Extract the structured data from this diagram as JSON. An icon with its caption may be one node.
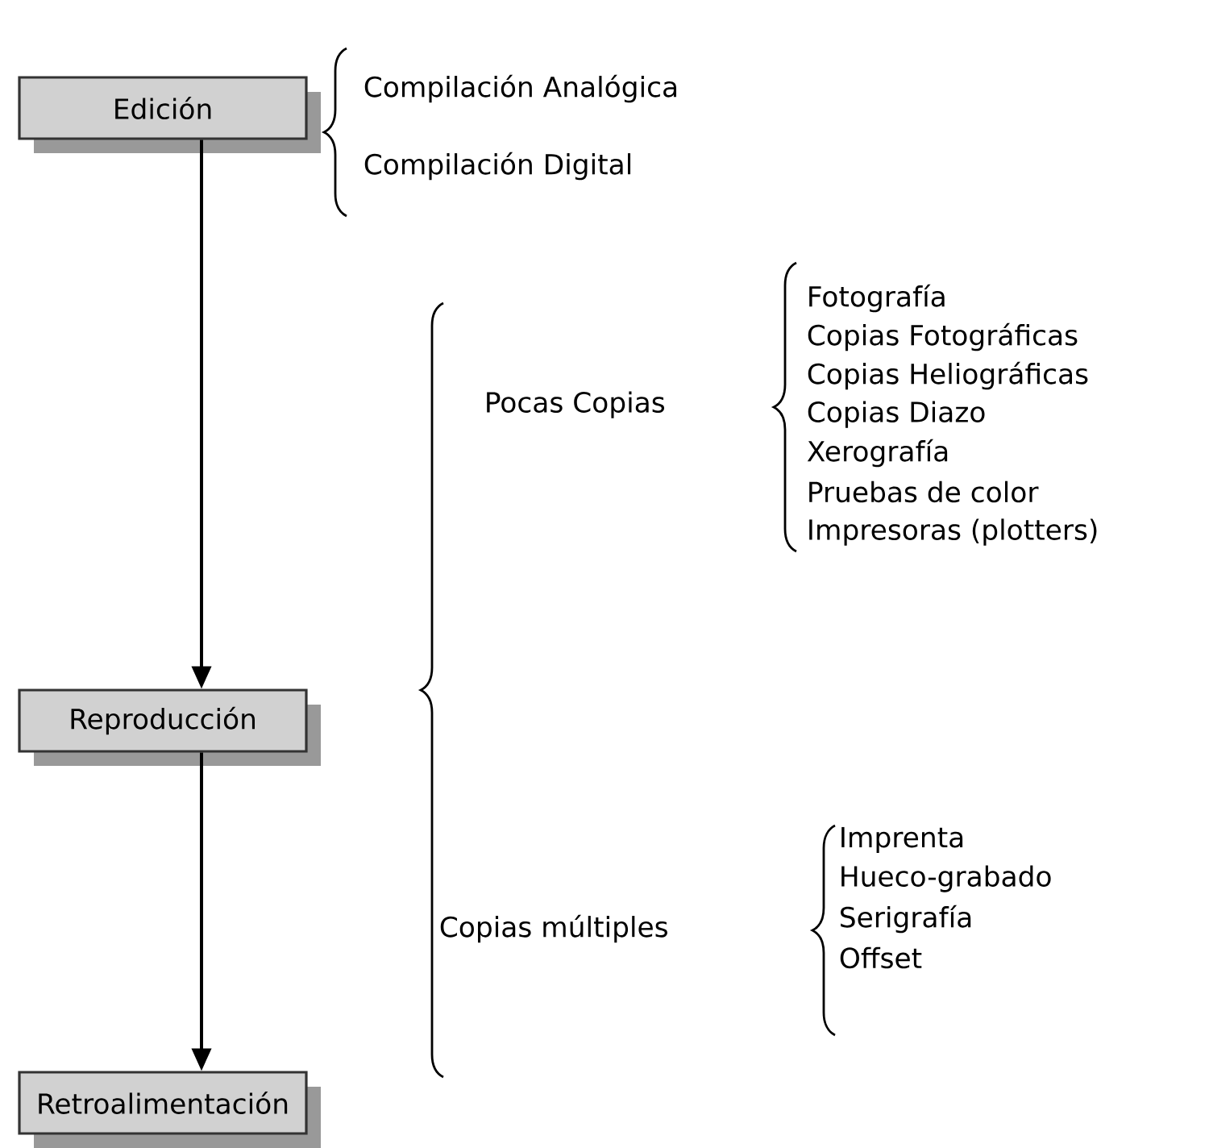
{
  "diagram": {
    "nodes": [
      {
        "text": [
          "Edición"
        ]
      },
      {
        "text": [
          "Reproducción"
        ]
      },
      {
        "text": [
          "Retroalimentación"
        ]
      }
    ],
    "edges": [
      {
        "from": 0,
        "to": 1,
        "arrow": "to"
      },
      {
        "from": 1,
        "to": 2,
        "arrow": "to"
      }
    ],
    "labels": [
      "Compilación Analógica",
      "Compilación Digital",
      "Fotografía",
      "Copias Fotográficas",
      "Copias Heliográficas",
      "Pocas Copias",
      "Copias Diazo",
      "Xerografía",
      "Pruebas de color",
      "Impresoras (plotters)",
      "Imprenta",
      "Hueco-grabado",
      "Copias múltiples",
      "Serigrafía",
      "Offset"
    ]
  }
}
